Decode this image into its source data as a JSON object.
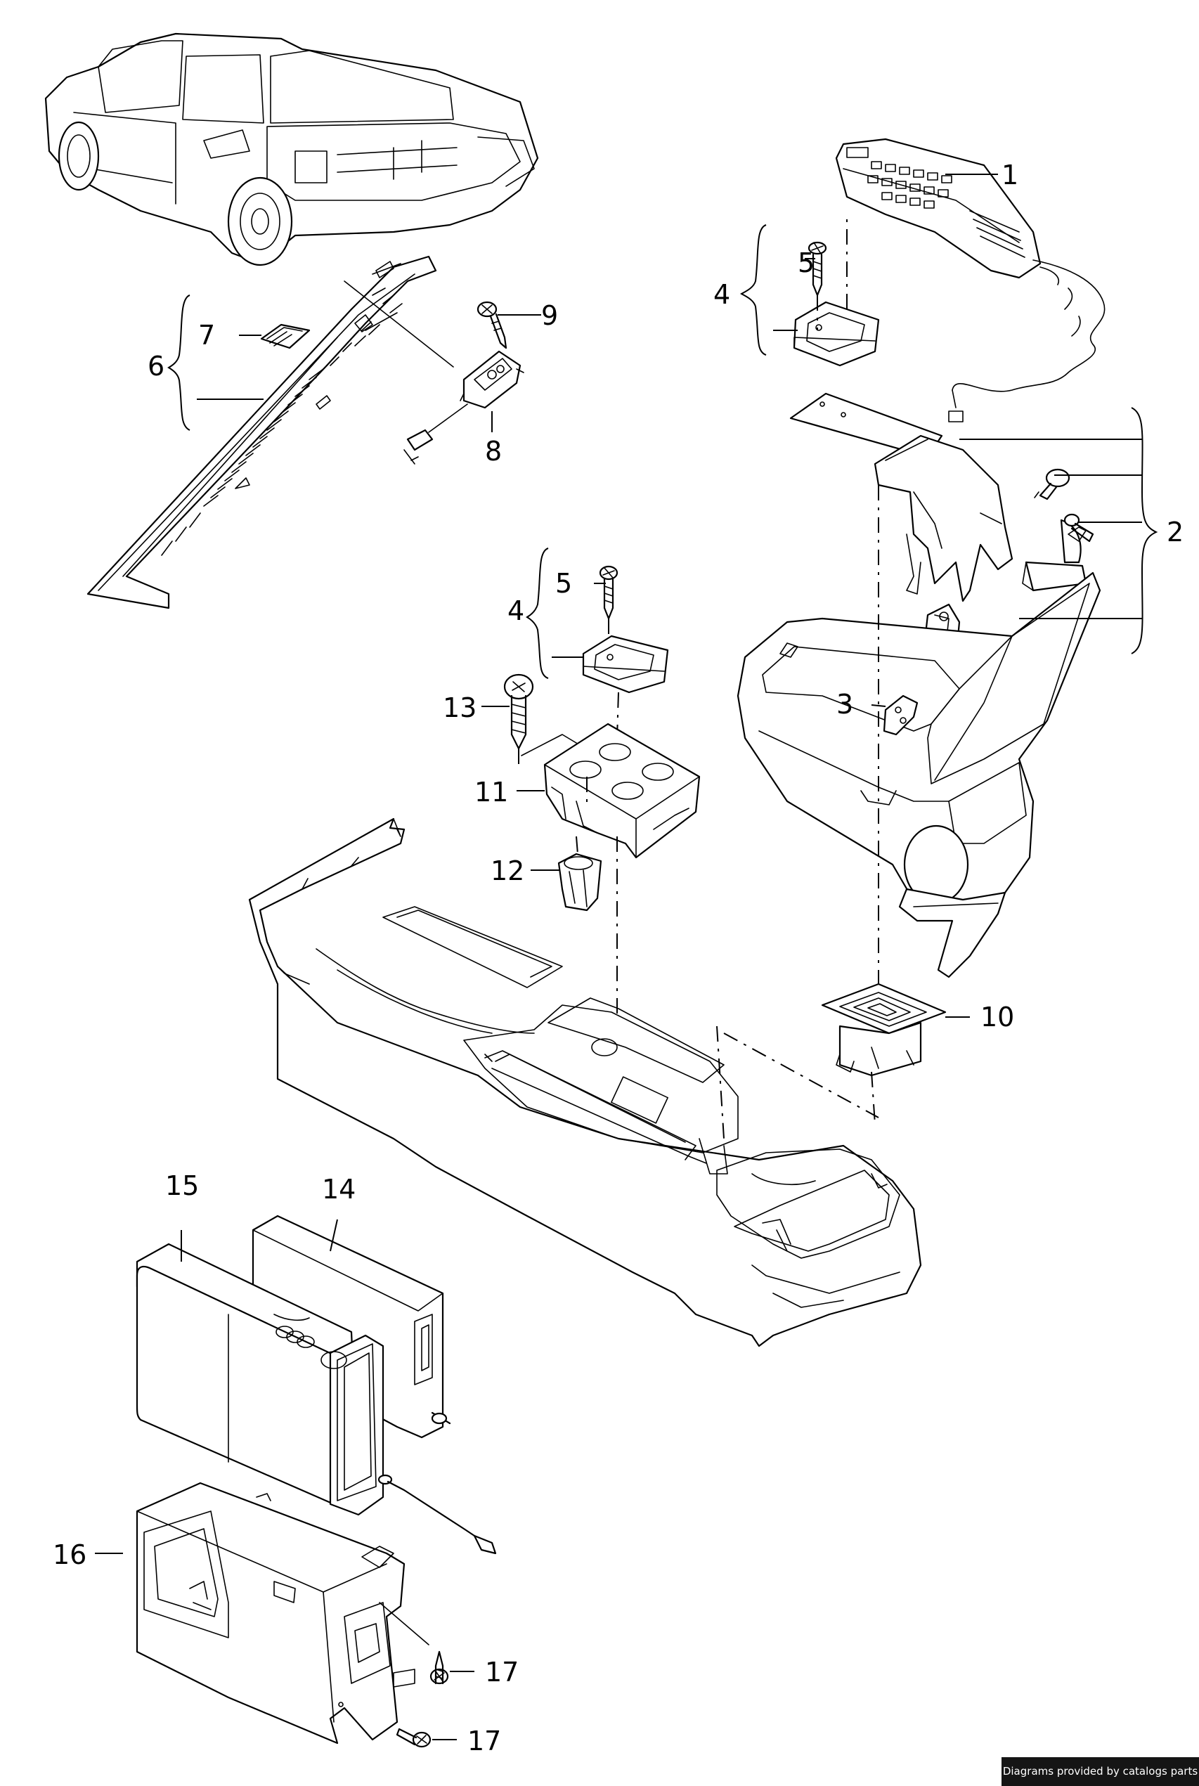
{
  "callouts": [
    "1",
    "2",
    "3",
    "4",
    "5",
    "6",
    "7",
    "8",
    "9",
    "10",
    "11",
    "12",
    "13",
    "14",
    "15",
    "16",
    "17"
  ],
  "credit": "Diagrams provided by catalogs parts"
}
